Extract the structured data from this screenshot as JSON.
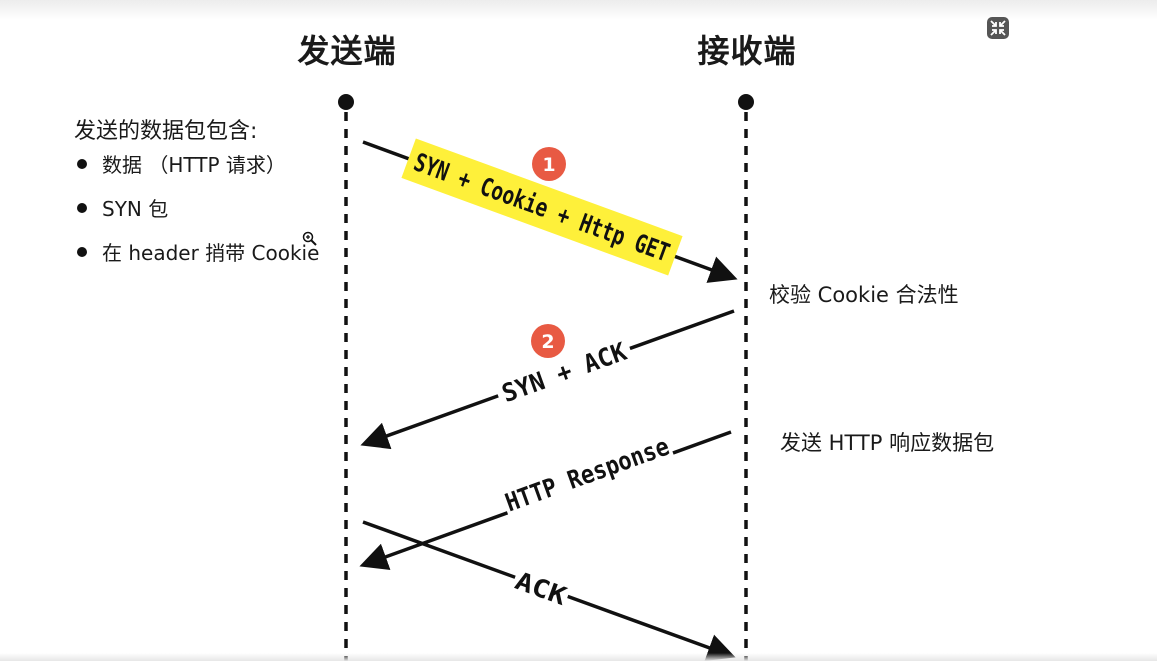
{
  "headings": {
    "sender": "发送端",
    "receiver": "接收端"
  },
  "intro": "发送的数据包包含:",
  "bullets": [
    "数据 （HTTP 请求）",
    "SYN 包",
    "在 header 捎带 Cookie"
  ],
  "messages": {
    "m1": "SYN + Cookie + Http GET",
    "m2": "SYN + ACK",
    "m3": "HTTP Response",
    "m4": "ACK"
  },
  "badges": {
    "b1": "1",
    "b2": "2"
  },
  "notes": {
    "verify": "校验 Cookie 合法性",
    "send": "发送 HTTP 响应数据包"
  },
  "colors": {
    "highlight": "#fef03a",
    "badge": "#e85a43",
    "line": "#111111"
  },
  "icons": {
    "fullscreen": "collapse-icon",
    "cursor": "zoom-in-cursor-icon"
  }
}
